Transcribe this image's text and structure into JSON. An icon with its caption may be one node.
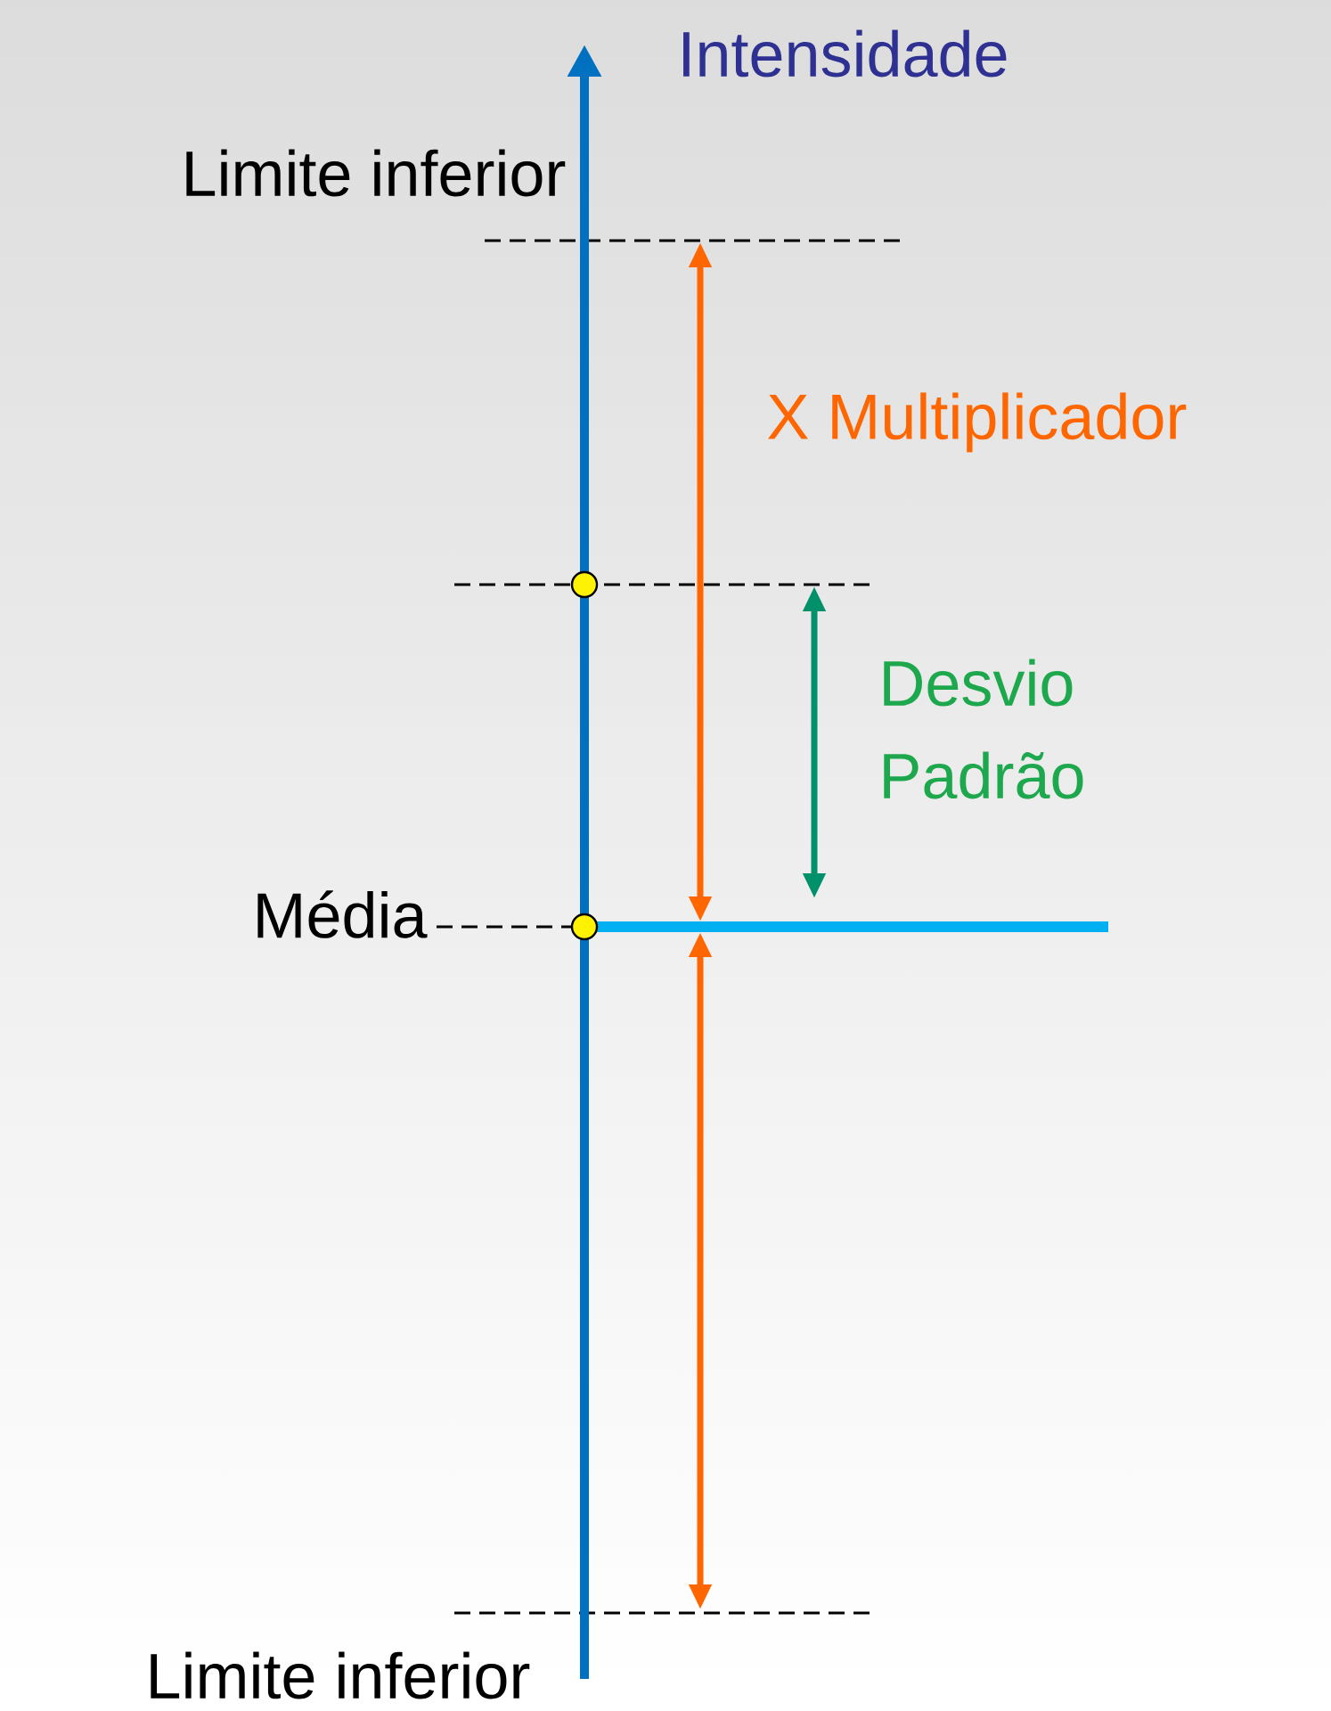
{
  "diagram": {
    "labels": [
      "Intensidade",
      "Limite inferior",
      "X Multiplicador",
      "Desvio Padrão",
      "Média",
      "Limite inferior"
    ]
  }
}
